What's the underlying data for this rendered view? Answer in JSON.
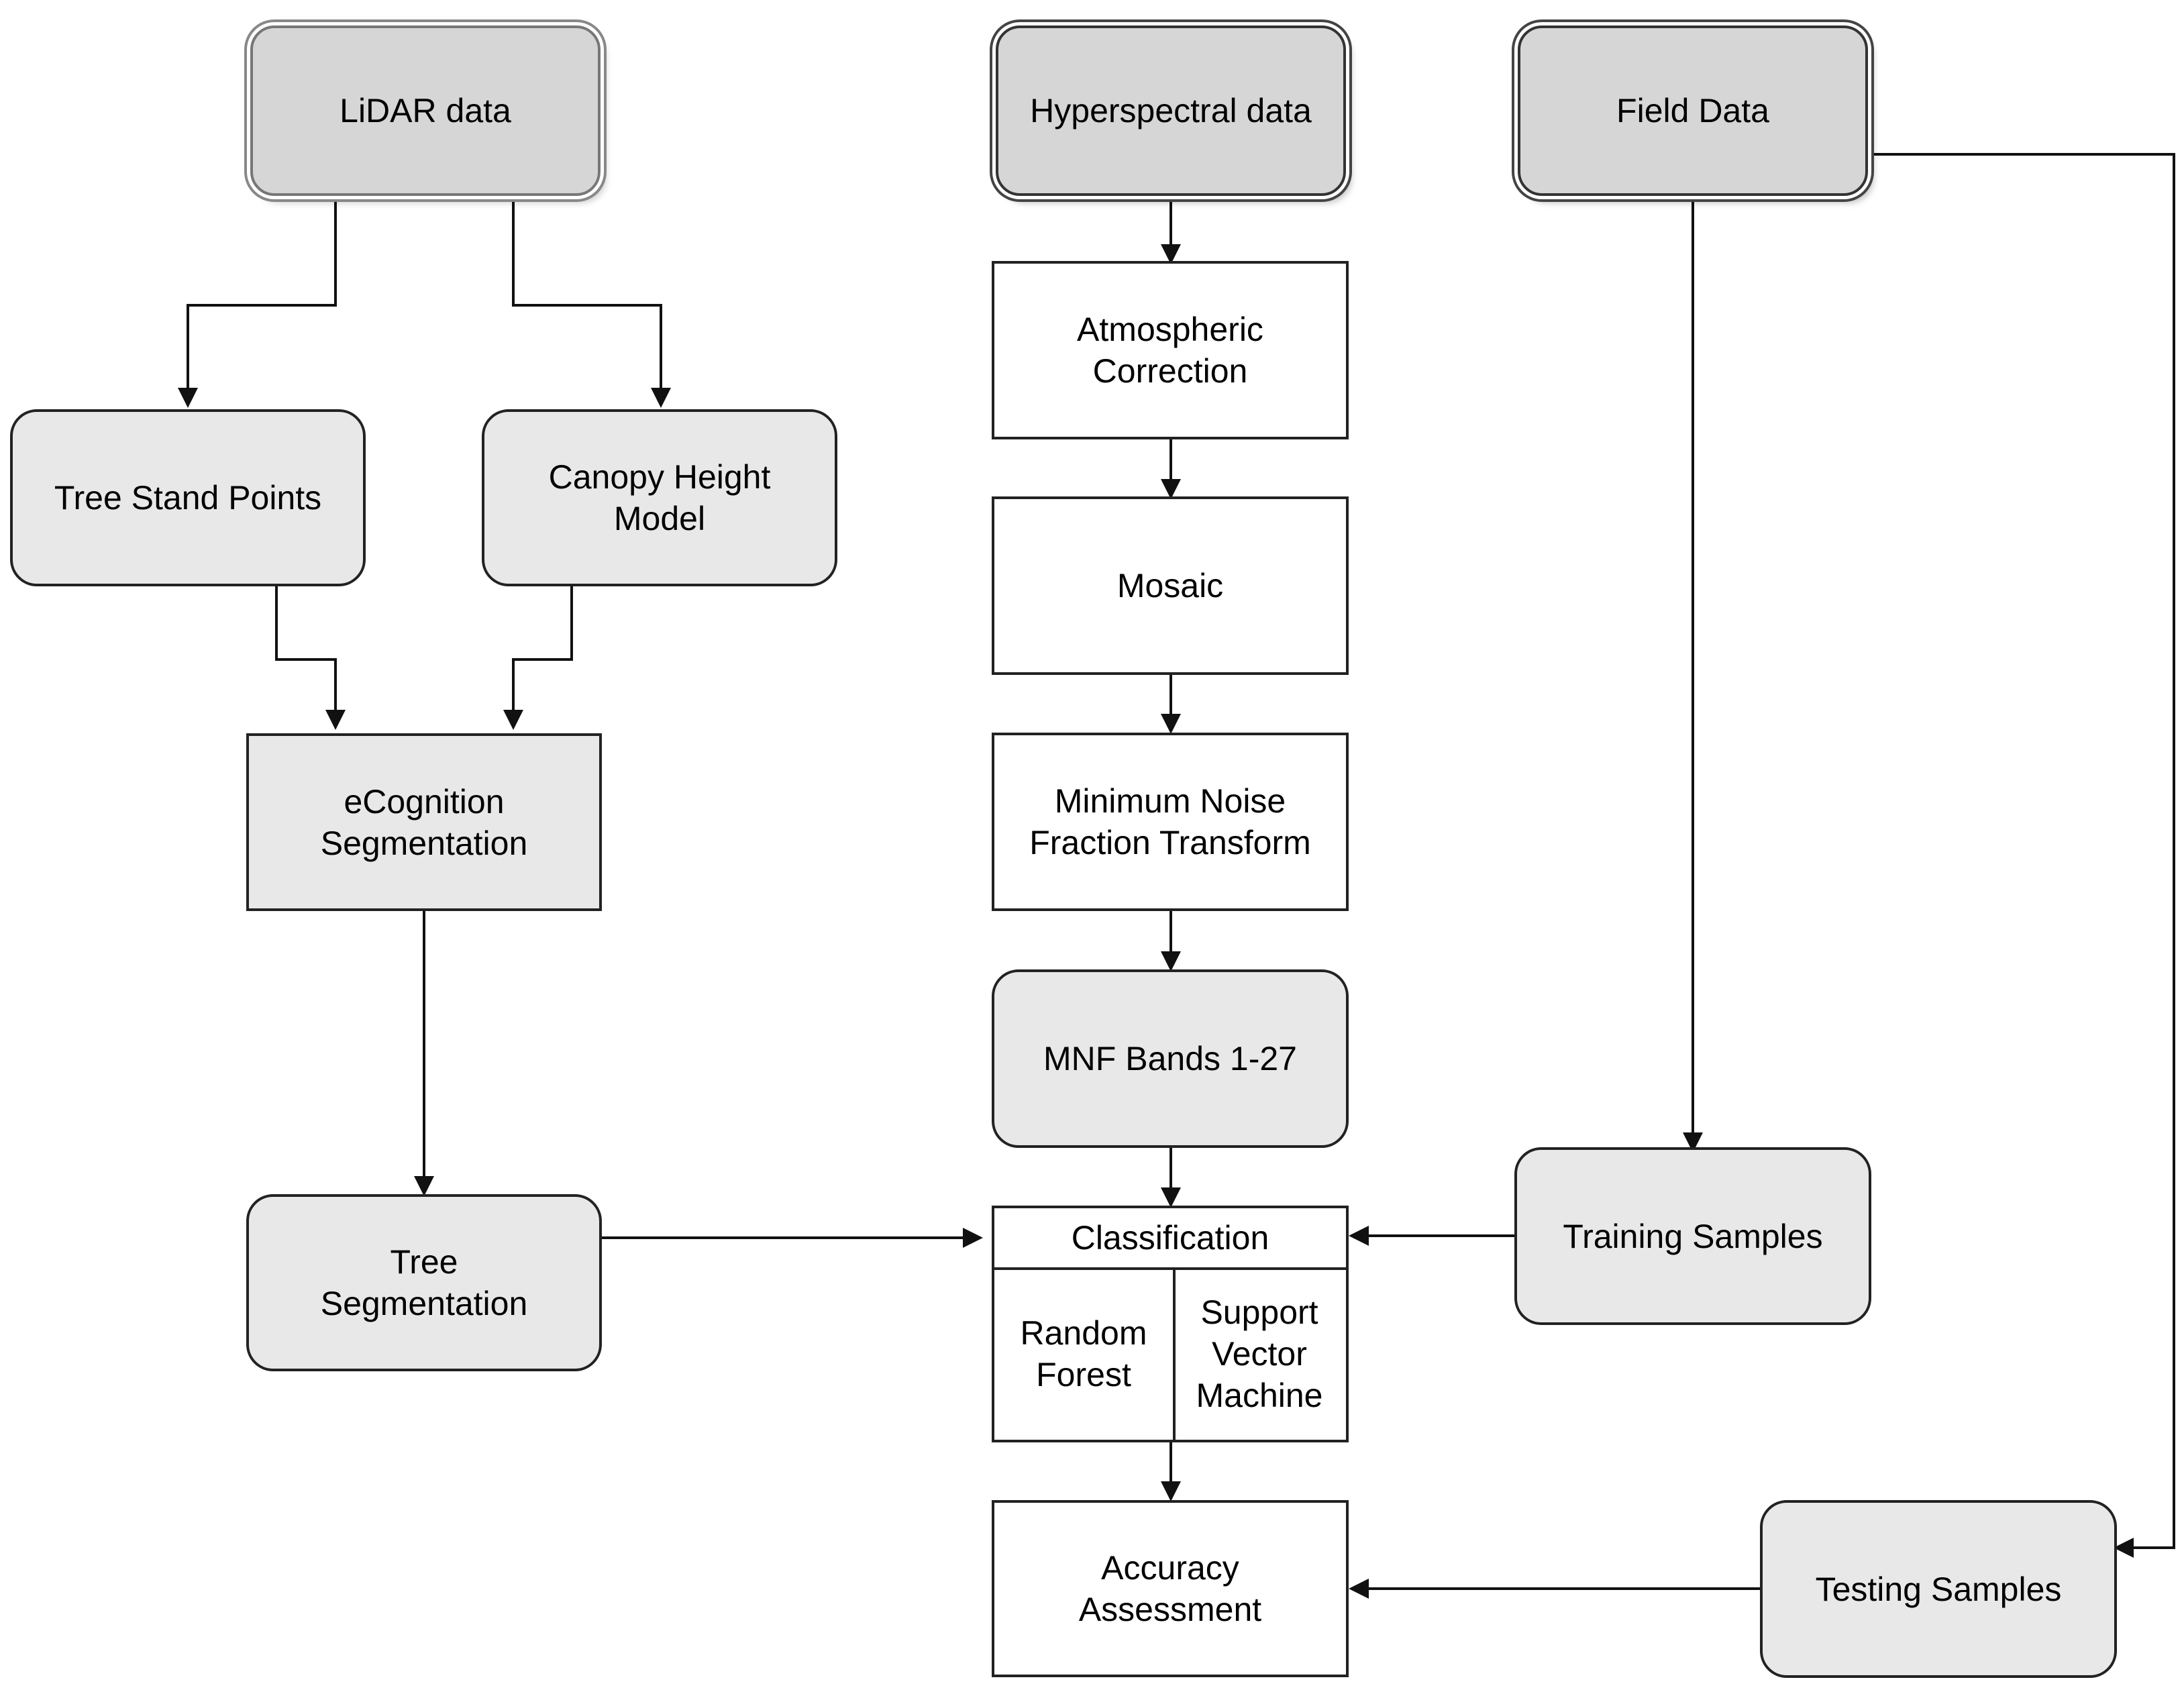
{
  "nodes": {
    "lidar": "LiDAR data",
    "hyperspectral": "Hyperspectral data",
    "field": "Field Data",
    "tree_stand_points": "Tree Stand Points",
    "canopy_height_model": "Canopy Height\nModel",
    "atmospheric_correction": "Atmospheric\nCorrection",
    "mosaic": "Mosaic",
    "mnf_transform": "Minimum Noise\nFraction Transform",
    "ecognition": "eCognition\nSegmentation",
    "mnf_bands": "MNF Bands 1-27",
    "tree_segmentation": "Tree\nSegmentation",
    "training_samples": "Training Samples",
    "testing_samples": "Testing Samples",
    "accuracy_assessment": "Accuracy\nAssessment"
  },
  "classification": {
    "title": "Classification",
    "methods": [
      "Random\nForest",
      "Support\nVector\nMachine"
    ]
  },
  "colors": {
    "source_fill": "#d6d6d6",
    "rounded_fill": "#e8e8e8",
    "process_fill": "#ffffff",
    "stroke": "#222222"
  }
}
